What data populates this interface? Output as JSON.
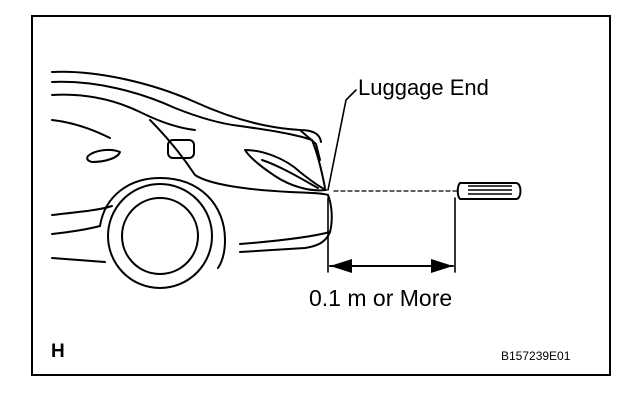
{
  "labels": {
    "luggage_end": "Luggage End",
    "distance": "0.1 m or More",
    "view_letter": "H",
    "figure_code": "B157239E01"
  }
}
